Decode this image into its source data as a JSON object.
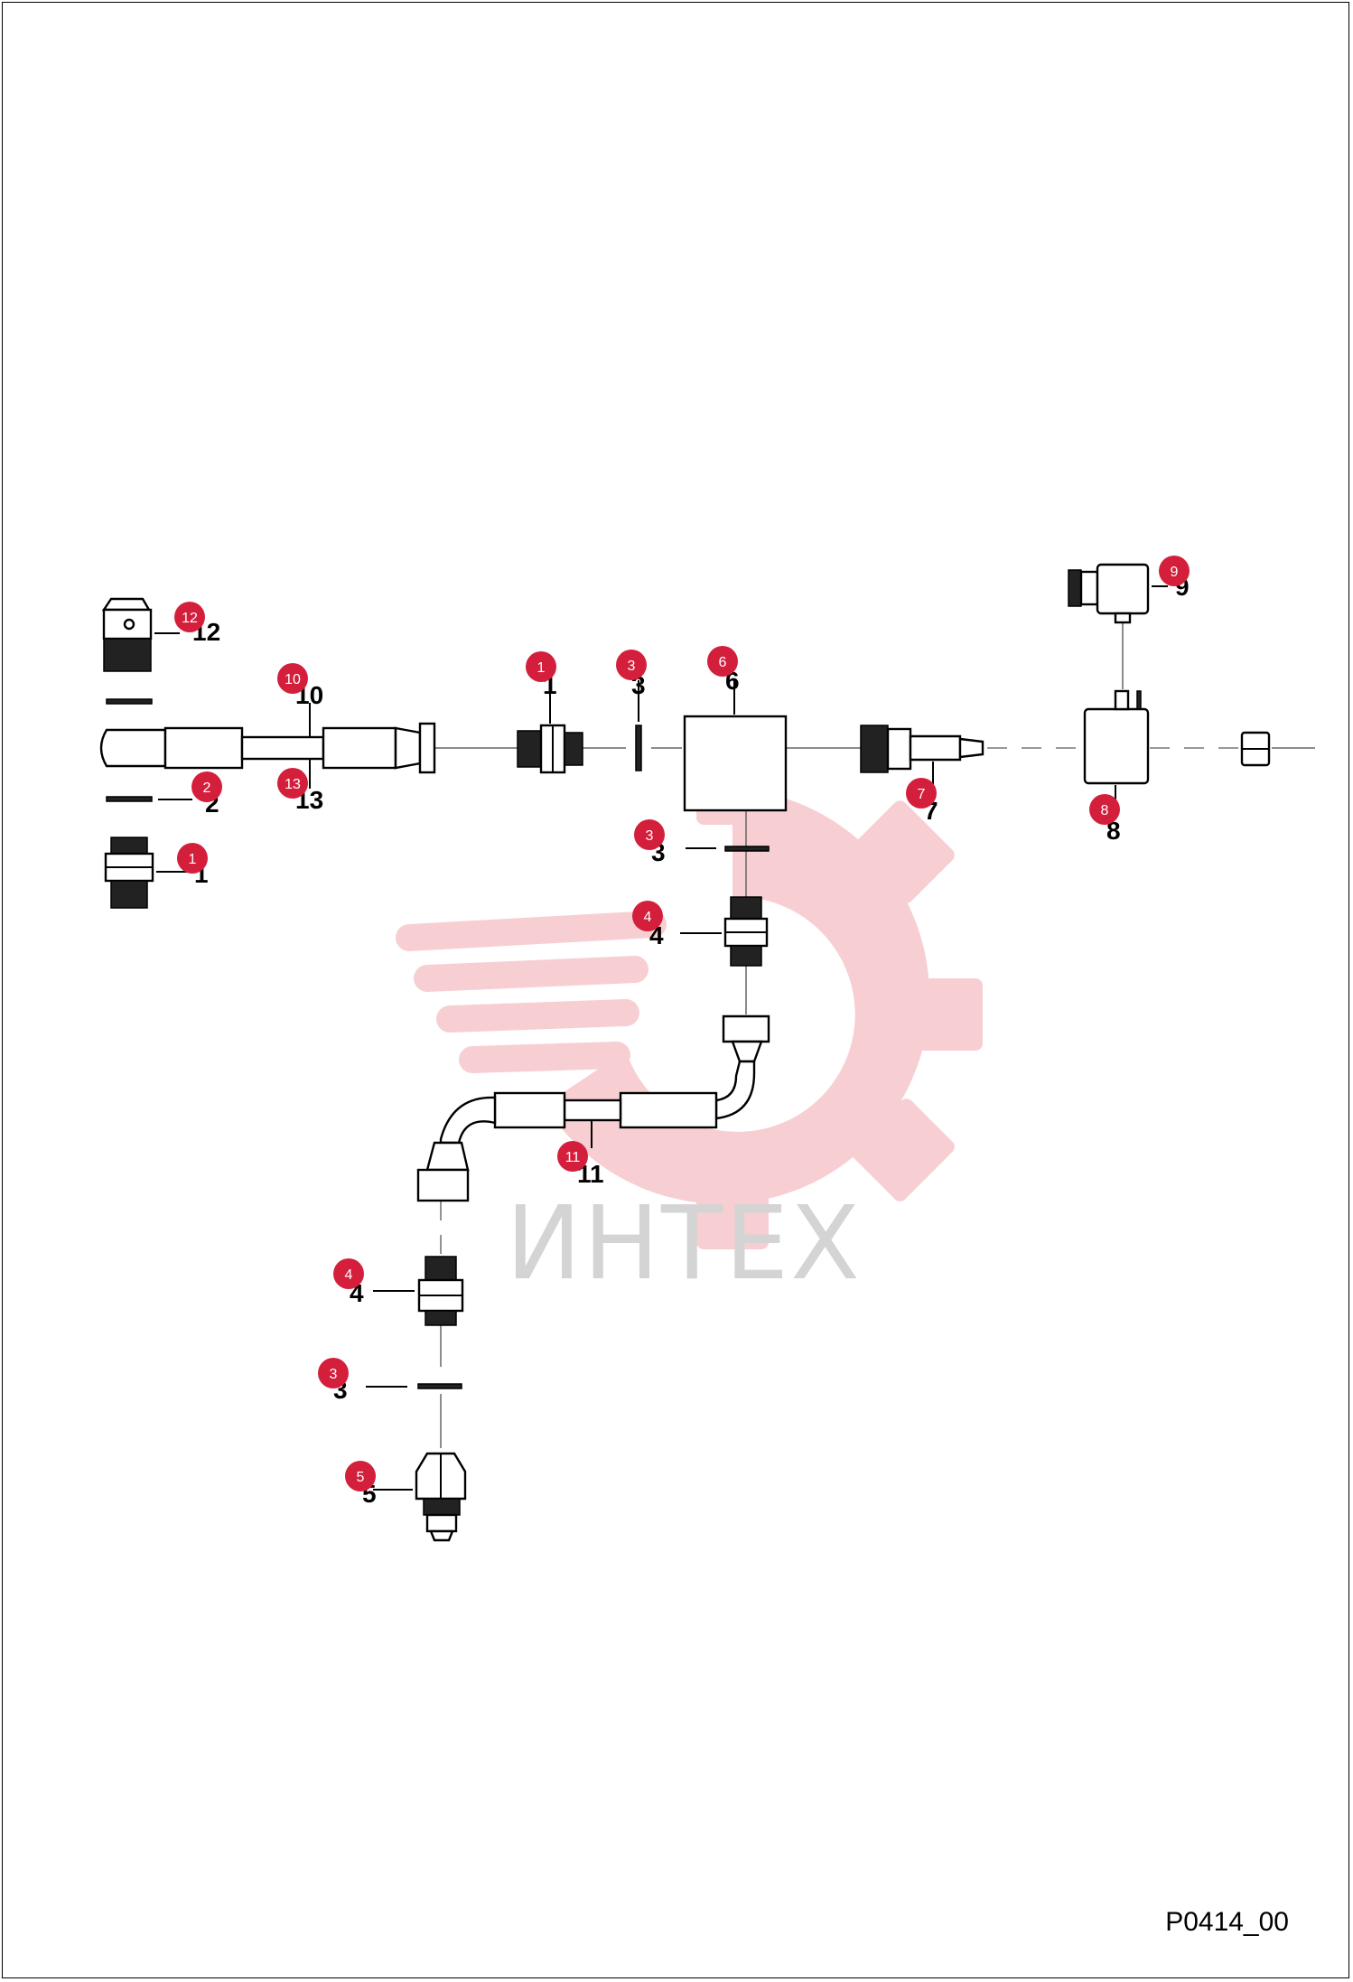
{
  "document_code": "P0414_00",
  "watermark": {
    "text": "ИНТЕХ",
    "color": "#d4d4d4",
    "gear_color": "#f6c7cc"
  },
  "colors": {
    "callout": "#d41f3c",
    "line": "#000000"
  },
  "callouts": [
    {
      "id": "c12",
      "label": "12"
    },
    {
      "id": "c10",
      "label": "10"
    },
    {
      "id": "c13",
      "label": "13"
    },
    {
      "id": "c2",
      "label": "2"
    },
    {
      "id": "c1a",
      "label": "1"
    },
    {
      "id": "c1b",
      "label": "1"
    },
    {
      "id": "c3a",
      "label": "3"
    },
    {
      "id": "c6",
      "label": "6"
    },
    {
      "id": "c7",
      "label": "7"
    },
    {
      "id": "c8",
      "label": "8"
    },
    {
      "id": "c9",
      "label": "9"
    },
    {
      "id": "c3b",
      "label": "3"
    },
    {
      "id": "c4a",
      "label": "4"
    },
    {
      "id": "c11",
      "label": "11"
    },
    {
      "id": "c4b",
      "label": "4"
    },
    {
      "id": "c3c",
      "label": "3"
    },
    {
      "id": "c5",
      "label": "5"
    }
  ]
}
